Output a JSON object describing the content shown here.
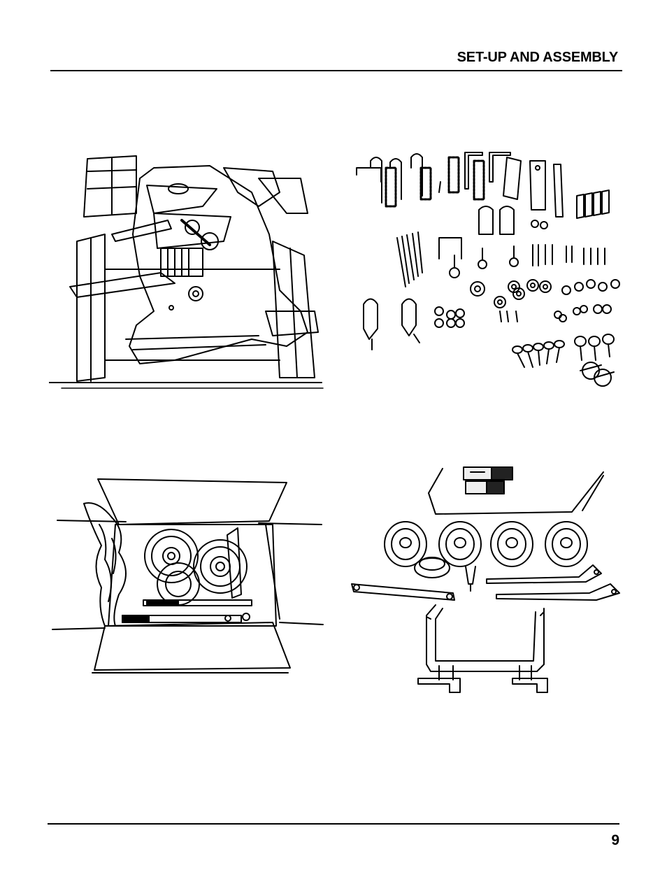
{
  "header": {
    "title": "SET-UP AND ASSEMBLY"
  },
  "footer": {
    "page_number": "9"
  },
  "illustrations": [
    {
      "id": "machine-on-pallet"
    },
    {
      "id": "hardware-parts"
    },
    {
      "id": "boxed-wheels"
    },
    {
      "id": "wheels-and-frame-parts"
    }
  ]
}
